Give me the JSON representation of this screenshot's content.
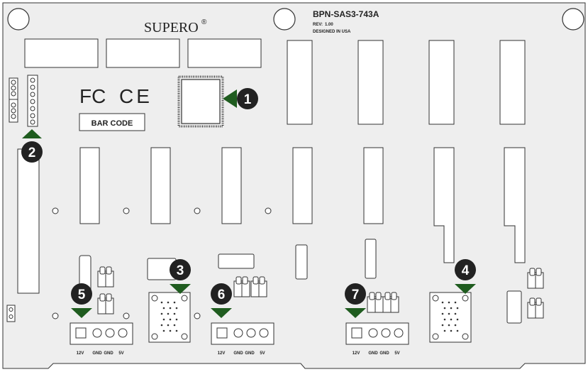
{
  "brand": "SUPERO",
  "brand_mark": "®",
  "board": {
    "model": "BPN-SAS3-743A",
    "rev_label": "REV:",
    "rev_value": "1.00",
    "designed_in": "DESIGNED IN USA"
  },
  "certs": {
    "fcc": "FC",
    "ce": "CE"
  },
  "barcode_label": "BAR CODE",
  "power_labels": [
    "12V",
    "GND",
    "GND",
    "5V"
  ],
  "callouts": [
    "1",
    "2",
    "3",
    "4",
    "5",
    "6",
    "7"
  ],
  "colors": {
    "board_fill": "#eeeeee",
    "board_stroke": "#333333",
    "arrow": "#1f5c1f",
    "badge": "#222222",
    "badge_text": "#ffffff"
  }
}
